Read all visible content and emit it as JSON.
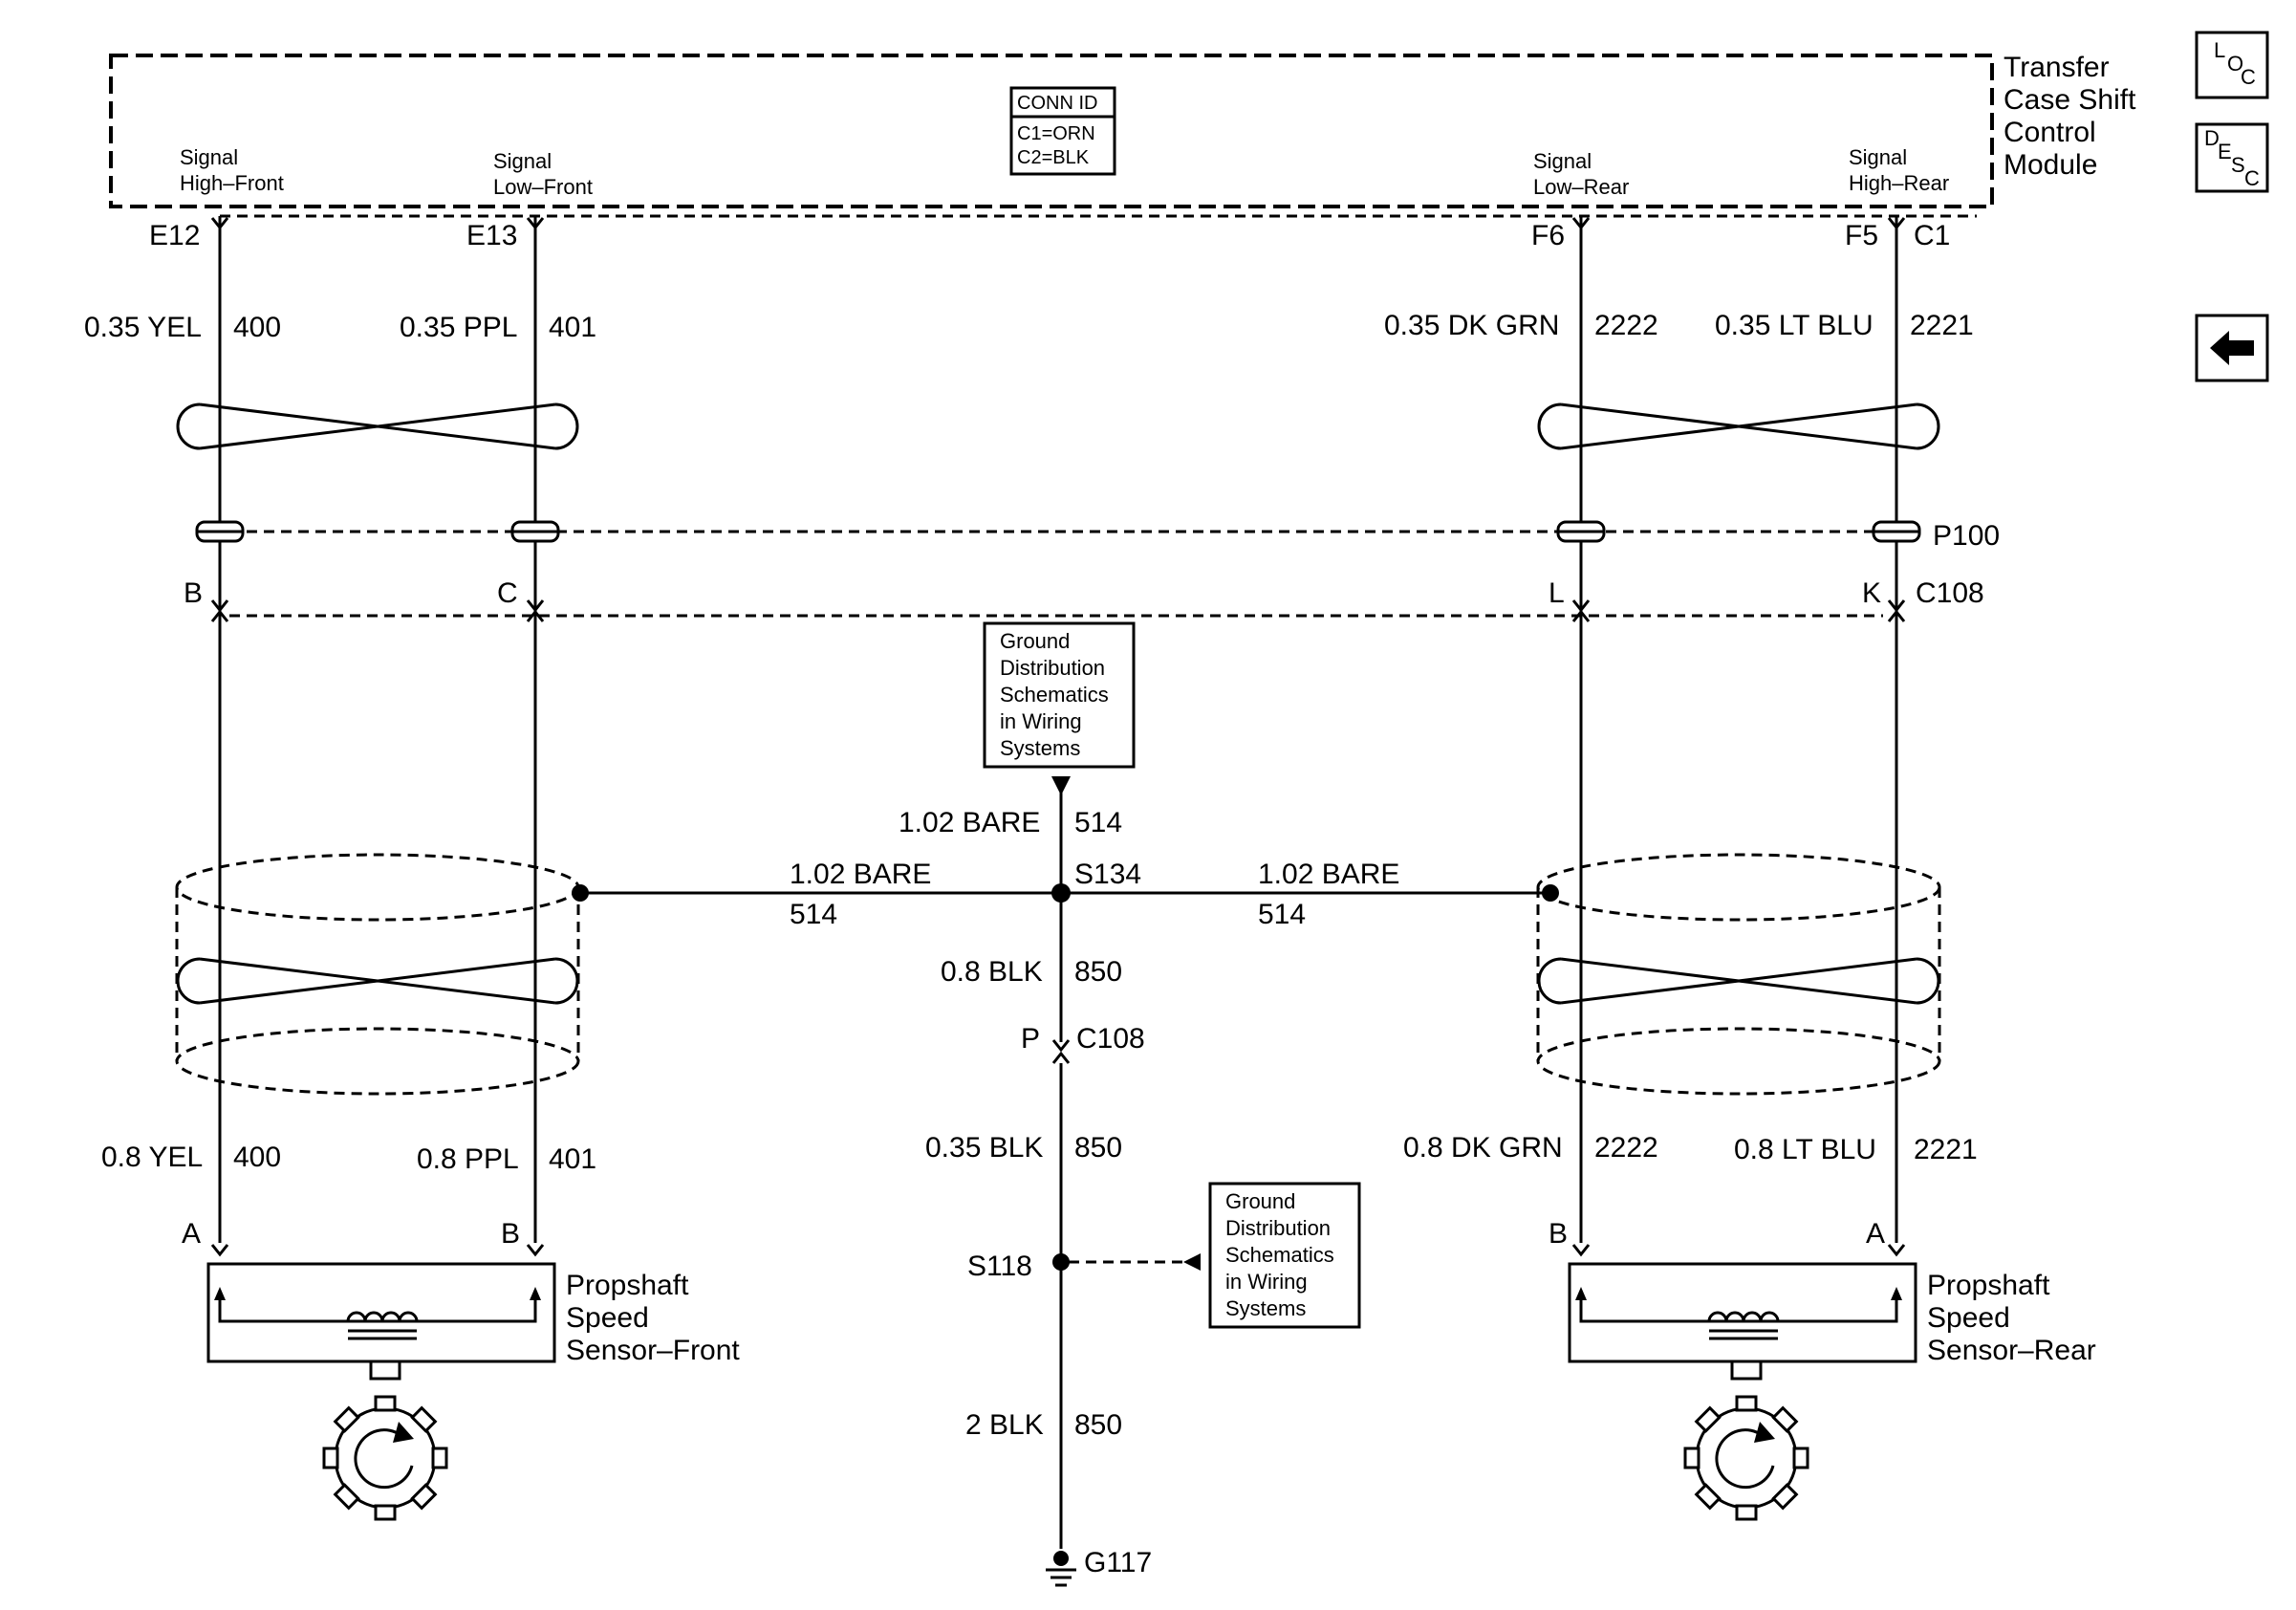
{
  "module": {
    "name_lines": [
      "Transfer",
      "Case Shift",
      "Control",
      "Module"
    ],
    "conn_id": {
      "title": "CONN ID",
      "c1": "C1=ORN",
      "c2": "C2=BLK"
    },
    "pin_labels": {
      "hf": [
        "Signal",
        "High–Front"
      ],
      "lf": [
        "Signal",
        "Low–Front"
      ],
      "lr": [
        "Signal",
        "Low–Rear"
      ],
      "hr": [
        "Signal",
        "High–Rear"
      ]
    },
    "pins": {
      "e12": "E12",
      "e13": "E13",
      "f6": "F6",
      "f5": "F5",
      "c1": "C1"
    }
  },
  "wires_upper": {
    "w400": {
      "gauge": "0.35 YEL",
      "circuit": "400"
    },
    "w401": {
      "gauge": "0.35 PPL",
      "circuit": "401"
    },
    "w2222": {
      "gauge": "0.35 DK GRN",
      "circuit": "2222"
    },
    "w2221": {
      "gauge": "0.35 LT BLU",
      "circuit": "2221"
    }
  },
  "connectors": {
    "p100": "P100",
    "c108": "C108",
    "pins": {
      "b": "B",
      "c": "C",
      "l": "L",
      "k": "K",
      "p": "P"
    }
  },
  "ground": {
    "ref_box": [
      "Ground",
      "Distribution",
      "Schematics",
      "in Wiring",
      "Systems"
    ],
    "drain_top": {
      "gauge": "1.02 BARE",
      "circuit": "514"
    },
    "drain_left": {
      "gauge": "1.02 BARE",
      "circuit": "514"
    },
    "drain_right": {
      "gauge": "1.02 BARE",
      "circuit": "514"
    },
    "splice_s134": "S134",
    "w850a": {
      "gauge": "0.8 BLK",
      "circuit": "850"
    },
    "w850b": {
      "gauge": "0.35 BLK",
      "circuit": "850"
    },
    "splice_s118": "S118",
    "w850c": {
      "gauge": "2 BLK",
      "circuit": "850"
    },
    "g117": "G117"
  },
  "wires_lower": {
    "w400": {
      "gauge": "0.8 YEL",
      "circuit": "400"
    },
    "w401": {
      "gauge": "0.8 PPL",
      "circuit": "401"
    },
    "w2222": {
      "gauge": "0.8 DK GRN",
      "circuit": "2222"
    },
    "w2221": {
      "gauge": "0.8 LT BLU",
      "circuit": "2221"
    }
  },
  "sensors": {
    "front": {
      "name_lines": [
        "Propshaft",
        "Speed",
        "Sensor–Front"
      ],
      "pin_a": "A",
      "pin_b": "B"
    },
    "rear": {
      "name_lines": [
        "Propshaft",
        "Speed",
        "Sensor–Rear"
      ],
      "pin_a": "A",
      "pin_b": "B"
    }
  },
  "nav": {
    "loc": {
      "a": "L",
      "b": "O",
      "c": "C"
    },
    "desc": {
      "a": "D",
      "b": "E",
      "c": "S",
      "d": "C"
    }
  }
}
